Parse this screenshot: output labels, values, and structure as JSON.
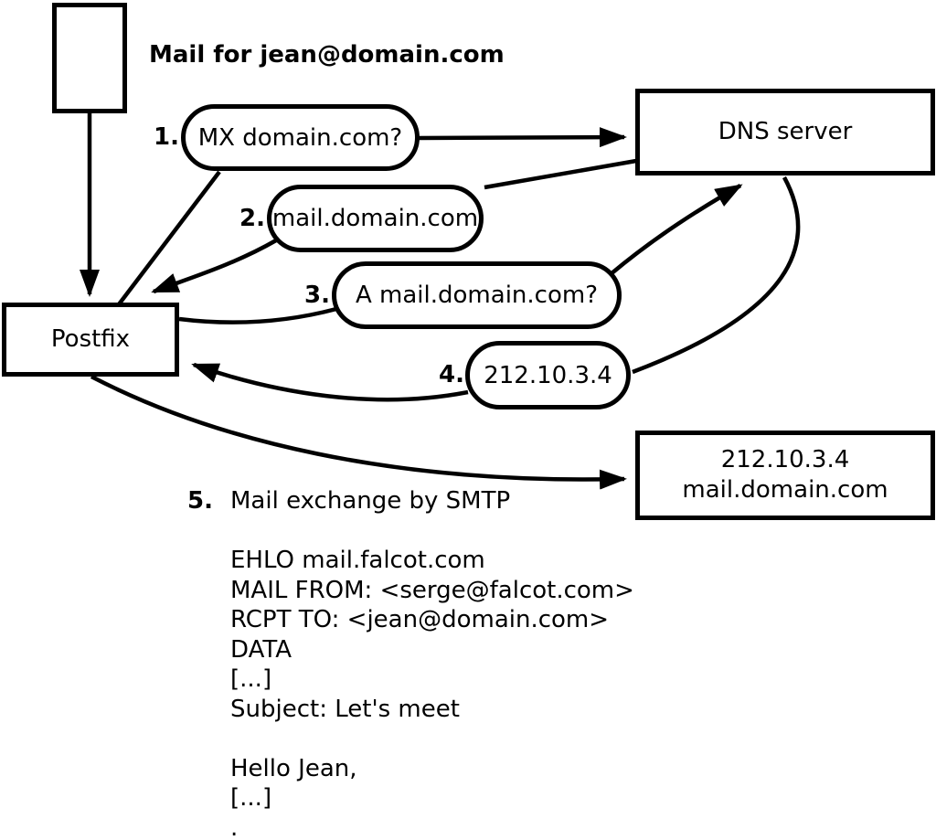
{
  "header": {
    "mail_for_label": "Mail for jean@domain.com"
  },
  "nodes": {
    "postfix": {
      "label": "Postfix"
    },
    "dns_server": {
      "label": "DNS server"
    },
    "mail_server": {
      "label": "212.10.3.4\nmail.domain.com"
    }
  },
  "steps": [
    {
      "number": "1.",
      "label": "MX domain.com?"
    },
    {
      "number": "2.",
      "label": "mail.domain.com"
    },
    {
      "number": "3.",
      "label": "A mail.domain.com?"
    },
    {
      "number": "4.",
      "label": "212.10.3.4"
    },
    {
      "number": "5.",
      "label": "Mail exchange by SMTP"
    }
  ],
  "smtp_session": {
    "transcript": "EHLO mail.falcot.com\nMAIL FROM: <serge@falcot.com>\nRCPT TO: <jean@domain.com>\nDATA\n[...]\nSubject: Let's meet\n\nHello Jean,\n[...]\n."
  },
  "colors": {
    "ink": "#000000",
    "background": "#ffffff"
  }
}
